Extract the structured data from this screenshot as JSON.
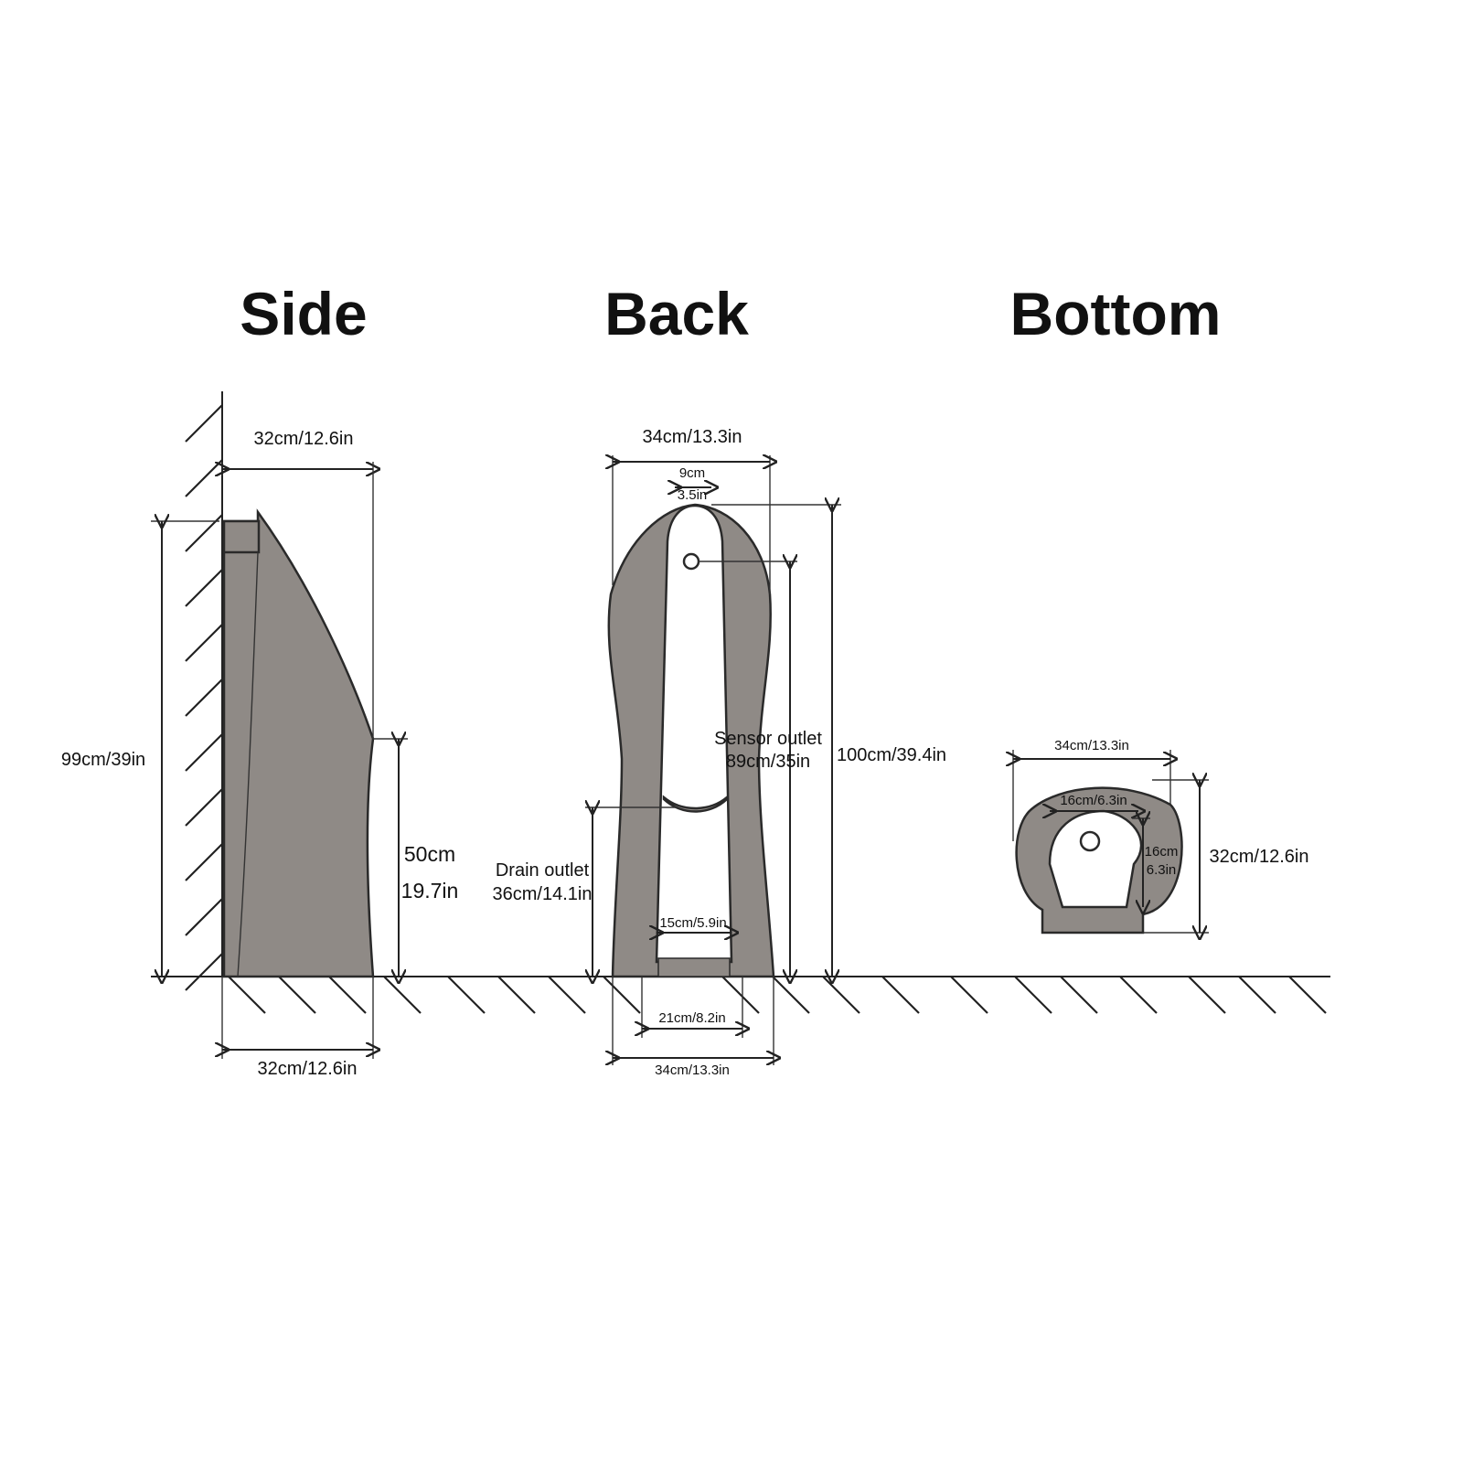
{
  "views": {
    "side": {
      "title": "Side",
      "width_top": "32cm/12.6in",
      "width_bottom": "32cm/12.6in",
      "height": "99cm/39in",
      "front_height_cm": "50cm",
      "front_height_in": "19.7in"
    },
    "back": {
      "title": "Back",
      "width_top": "34cm/13.3in",
      "top_opening_cm": "9cm",
      "top_opening_in": "3.5in",
      "sensor_label": "Sensor outlet",
      "sensor_value": "89cm/35in",
      "total_height": "100cm/39.4in",
      "drain_label": "Drain outlet",
      "drain_value": "36cm/14.1in",
      "inner_bottom": "15cm/5.9in",
      "base_inner": "21cm/8.2in",
      "base_outer": "34cm/13.3in"
    },
    "bottom": {
      "title": "Bottom",
      "width": "34cm/13.3in",
      "inner_width": "16cm/6.3in",
      "inner_height_cm": "16cm",
      "inner_height_in": "6.3in",
      "depth": "32cm/12.6in"
    }
  },
  "colors": {
    "body_fill": "#8f8a86",
    "line": "#222222",
    "background": "#ffffff"
  }
}
